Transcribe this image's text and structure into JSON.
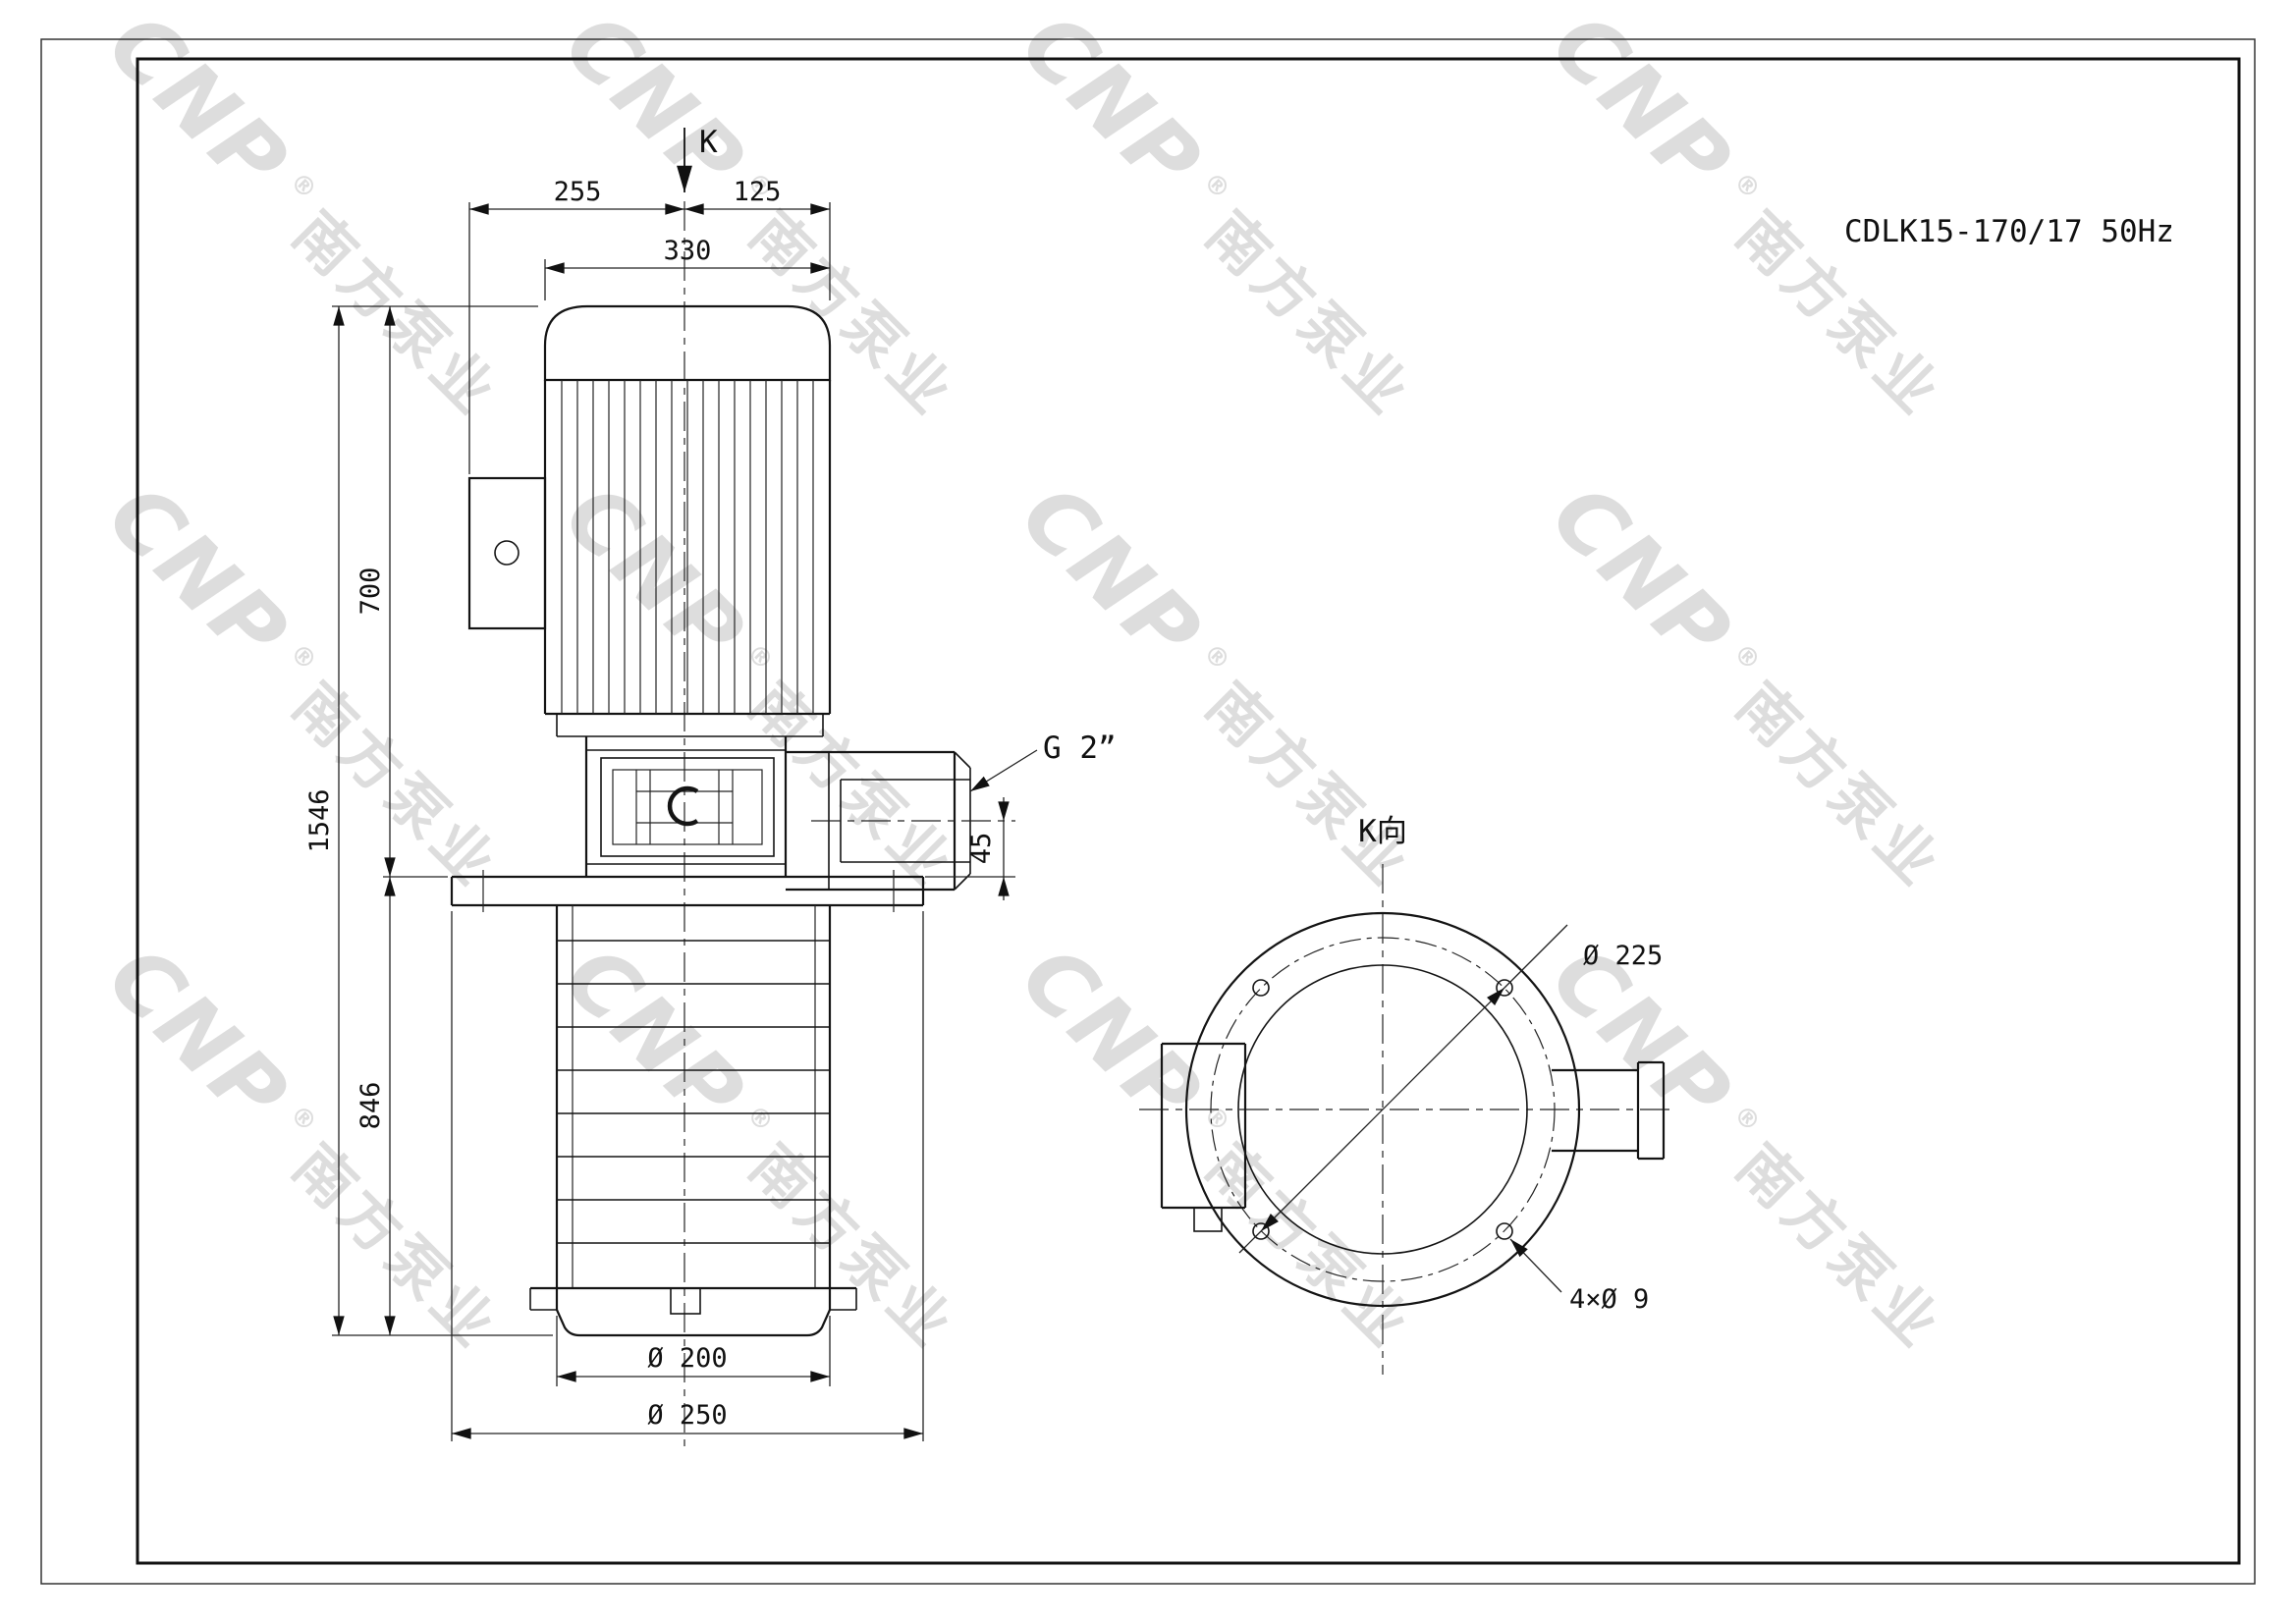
{
  "meta": {
    "title": "CDLK15-170/17 50Hz"
  },
  "watermark": {
    "brand": "CNP",
    "reg": "®",
    "company": "南方泵业"
  },
  "side_view": {
    "k_arrow_label": "K",
    "dim_255": "255",
    "dim_125": "125",
    "dim_330": "330",
    "dim_700": "700",
    "dim_1546": "1546",
    "dim_846": "846",
    "dim_45": "45",
    "thread_label": "G 2”",
    "dim_d200": "Ø 200",
    "dim_d250": "Ø 250"
  },
  "top_view": {
    "view_label": "K向",
    "dim_d225": "Ø 225",
    "dim_holes": "4×Ø 9"
  }
}
